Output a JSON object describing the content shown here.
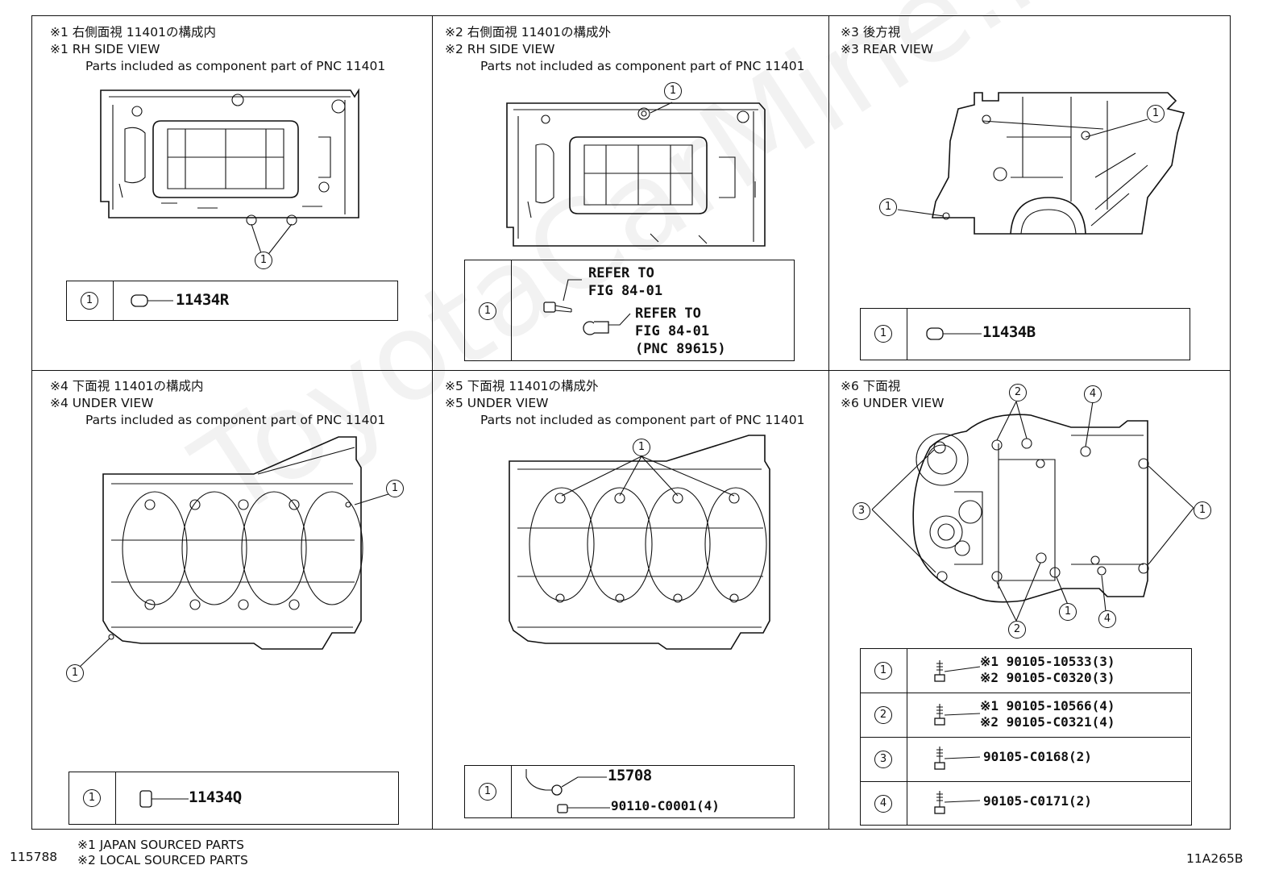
{
  "panels": [
    {
      "line1": "※1 右側面視 11401の構成内",
      "line2": "※1 RH SIDE VIEW",
      "line3": "Parts included as component part of PNC 11401"
    },
    {
      "line1": "※2 右側面視 11401の構成外",
      "line2": "※2 RH SIDE VIEW",
      "line3": "Parts not included as component part of PNC 11401"
    },
    {
      "line1": "※3 後方視",
      "line2": "※3 REAR VIEW",
      "line3": ""
    },
    {
      "line1": "※4 下面視 11401の構成内",
      "line2": "※4 UNDER VIEW",
      "line3": "Parts included as component part of PNC 11401"
    },
    {
      "line1": "※5 下面視 11401の構成外",
      "line2": "※5 UNDER VIEW",
      "line3": "Parts not included as component part of PNC 11401"
    },
    {
      "line1": "※6 下面視",
      "line2": "※6 UNDER VIEW",
      "line3": ""
    }
  ],
  "callouts": {
    "c1": "1",
    "c2": "2",
    "c3": "3",
    "c4": "4"
  },
  "parts": {
    "p1": {
      "key": "1",
      "part": "11434R"
    },
    "p2": {
      "key": "1",
      "refer1a": "REFER TO",
      "refer1b": "FIG 84-01",
      "refer2a": "REFER TO",
      "refer2b": "FIG 84-01",
      "refer2c": "(PNC 89615)"
    },
    "p3": {
      "key": "1",
      "part": "11434B"
    },
    "p4": {
      "key": "1",
      "part": "11434Q"
    },
    "p5": {
      "key": "1",
      "part_a": "15708",
      "part_b": "90110-C0001(4)"
    },
    "p6": [
      {
        "key": "1",
        "line_a": "※1 90105-10533(3)",
        "line_b": "※2 90105-C0320(3)"
      },
      {
        "key": "2",
        "line_a": "※1 90105-10566(4)",
        "line_b": "※2 90105-C0321(4)"
      },
      {
        "key": "3",
        "line_a": "90105-C0168(2)",
        "line_b": ""
      },
      {
        "key": "4",
        "line_a": "90105-C0171(2)",
        "line_b": ""
      }
    ]
  },
  "footer": {
    "fig_no": "115788",
    "note1": "※1 JAPAN SOURCED PARTS",
    "note2": "※2 LOCAL SOURCED PARTS",
    "code": "11A265B"
  },
  "watermark": "ToyotaCarMine.ru"
}
